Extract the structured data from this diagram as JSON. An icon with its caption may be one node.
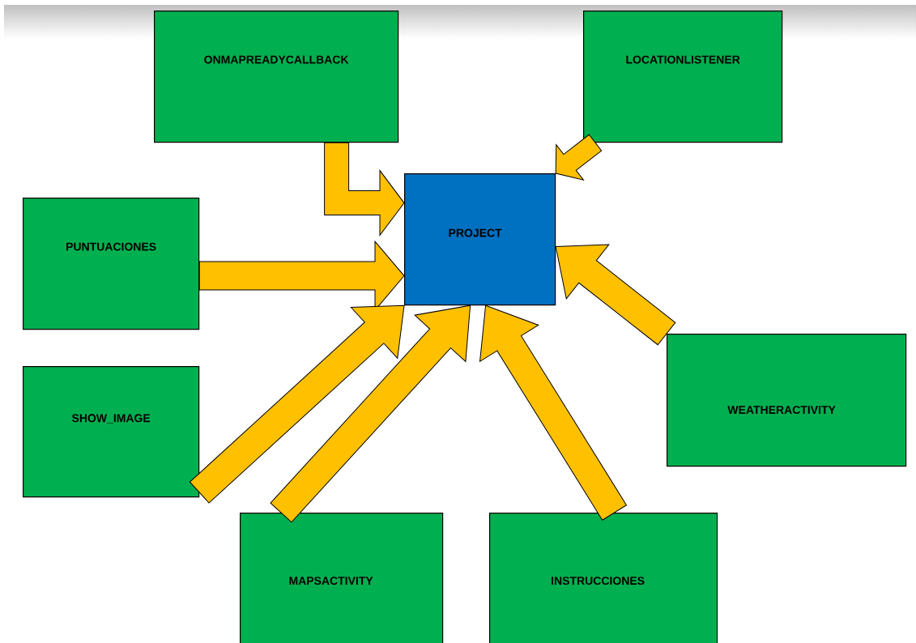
{
  "diagram": {
    "nodes": [
      {
        "text": [
          "ONMAPREADYCALLBACK"
        ]
      },
      {
        "text": [
          "LOCATIONLISTENER"
        ]
      },
      {
        "text": [
          "PUNTUACIONES"
        ]
      },
      {
        "text": [
          "PROJECT"
        ]
      },
      {
        "text": [
          "SHOW_IMAGE"
        ]
      },
      {
        "text": [
          "WEATHERACTIVITY"
        ]
      },
      {
        "text": [
          "MAPSACTIVITY"
        ]
      },
      {
        "text": [
          "INSTRUCCIONES"
        ]
      }
    ],
    "edges": [
      {
        "from": 0,
        "to": 3,
        "arrow": "to"
      },
      {
        "from": 1,
        "to": 3,
        "arrow": "to"
      },
      {
        "from": 2,
        "to": 3,
        "arrow": "to"
      },
      {
        "from": 4,
        "to": 3,
        "arrow": "to"
      },
      {
        "from": 6,
        "to": 3,
        "arrow": "to"
      },
      {
        "from": 7,
        "to": 3,
        "arrow": "to"
      },
      {
        "from": 5,
        "to": 3,
        "arrow": "to"
      }
    ]
  }
}
